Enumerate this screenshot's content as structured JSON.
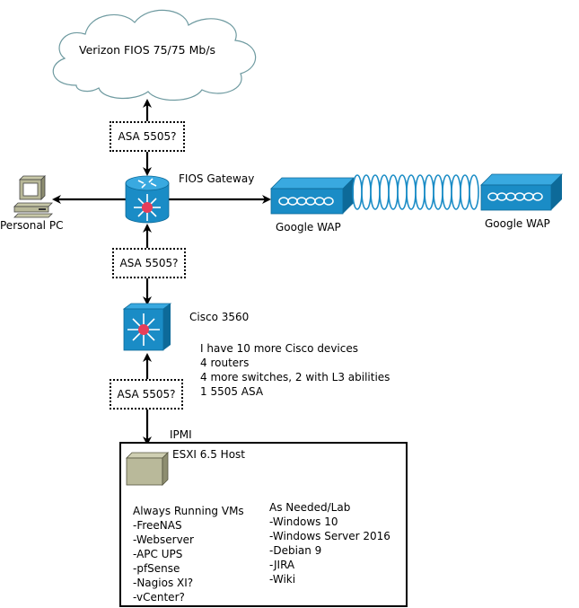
{
  "cloud": {
    "label": "Verizon FIOS 75/75 Mb/s"
  },
  "firewalls": [
    {
      "label": "ASA 5505?"
    },
    {
      "label": "ASA 5505?"
    },
    {
      "label": "ASA 5505?"
    }
  ],
  "gateway": {
    "label": "FIOS Gateway"
  },
  "pc": {
    "label": "Personal PC"
  },
  "waps": [
    {
      "label": "Google WAP"
    },
    {
      "label": "Google WAP"
    }
  ],
  "switch": {
    "label": "Cisco 3560"
  },
  "notes": {
    "lines": [
      "I have 10 more Cisco devices",
      "4 routers",
      "4 more switches, 2 with L3 abilities",
      "1 5505 ASA"
    ]
  },
  "ipmi": {
    "label": "IPMI"
  },
  "host": {
    "title": "ESXI 6.5 Host",
    "always_running": {
      "heading": "Always Running VMs",
      "items": [
        "-FreeNAS",
        "-Webserver",
        "-APC UPS",
        "-pfSense",
        "-Nagios XI?",
        "-vCenter?"
      ]
    },
    "as_needed": {
      "heading": "As Needed/Lab",
      "items": [
        "-Windows 10",
        "-Windows Server 2016",
        "-Debian 9",
        "-JIRA",
        "-Wiki"
      ]
    }
  },
  "colors": {
    "device_blue": "#1a8cc6",
    "device_dark": "#0d6a99",
    "device_light": "#39a9e0",
    "hub_red": "#e63e5a",
    "cloud_stroke": "#6e9aa0",
    "server_fill": "#b9b99a"
  }
}
